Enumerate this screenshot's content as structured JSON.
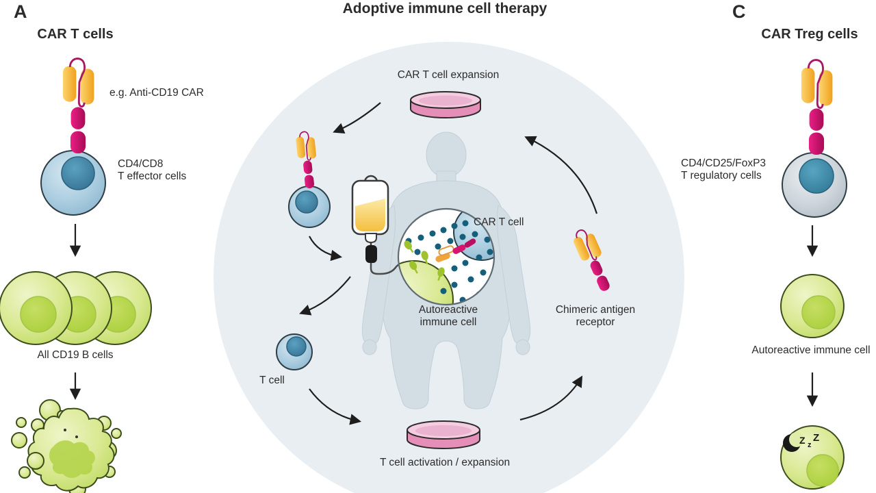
{
  "title": "Adoptive immune cell therapy",
  "panel_a": {
    "letter": "A",
    "heading": "CAR T cells",
    "receptor_label": "e.g. Anti-CD19 CAR",
    "effector_label": "CD4/CD8\nT effector cells",
    "b_cells_label": "All CD19 B cells"
  },
  "center": {
    "expansion_label": "CAR T cell expansion",
    "car_t_cell_label": "CAR T cell",
    "autoreactive_label": "Autoreactive\nimmune cell",
    "t_cell_label": "T cell",
    "activation_label": "T cell activation / expansion",
    "receptor_label": "Chimeric antigen\nreceptor"
  },
  "panel_c": {
    "letter": "C",
    "heading": "CAR Treg cells",
    "treg_label": "CD4/CD25/FoxP3\nT regulatory cells",
    "autoreactive_label": "Autoreactive immune cell",
    "z1": "Z",
    "z2": "z",
    "z3": "Z"
  },
  "colors": {
    "text": "#2b2b2b",
    "arrow": "#1e1e1e",
    "cycle_bg": "#e8eef2",
    "silhouette": "#d3dde4",
    "receptor_yellow": "#f6b32c",
    "receptor_magenta": "#d5156f",
    "cell_blue": "#a5c9de",
    "nucleus_blue": "#3f87ab",
    "cell_green": "#cde178",
    "nucleus_green": "#b2d246",
    "cell_gray": "#c9d1d7",
    "dish_pink": "#e58fb8",
    "iv_fluid_yellow": "#f7c84c",
    "inset_dot_teal": "#155f7a"
  }
}
